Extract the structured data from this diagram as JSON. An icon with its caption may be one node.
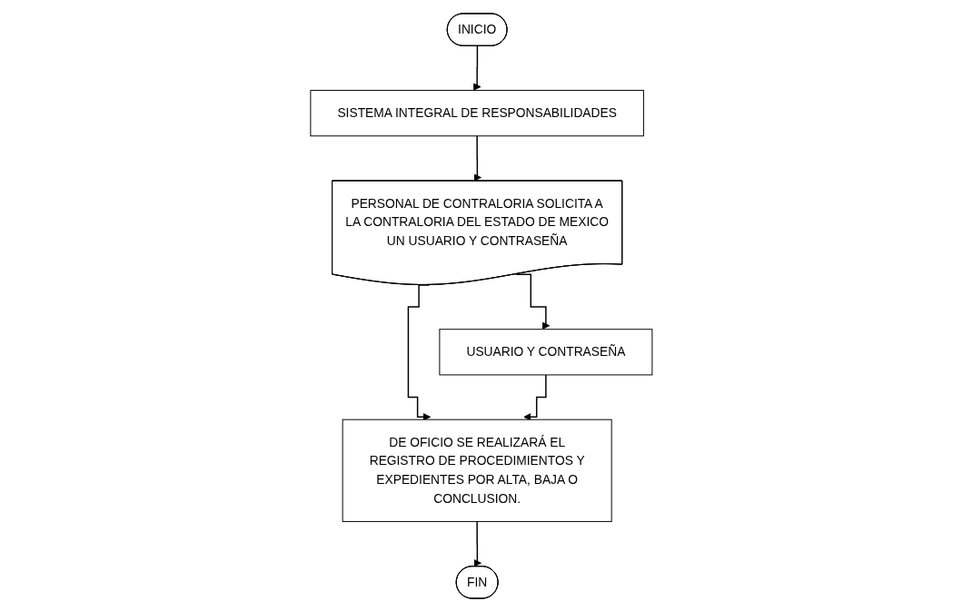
{
  "diagram": {
    "nodes": [
      {
        "text": [
          "INICIO"
        ]
      },
      {
        "text": [
          "SISTEMA INTEGRAL DE RESPONSABILIDADES"
        ]
      },
      {
        "text": [
          "PERSONAL DE CONTRALORIA SOLICITA A LA CONTRALORIA DEL ESTADO DE MEXICO UN USUARIO Y CONTRASEÑA"
        ]
      },
      {
        "text": [
          "USUARIO Y CONTRASEÑA"
        ]
      },
      {
        "text": [
          "DE OFICIO SE REALIZARÁ EL REGISTRO DE PROCEDIMIENTOS Y EXPEDIENTES POR ALTA, BAJA O CONCLUSION."
        ]
      },
      {
        "text": [
          "FIN"
        ]
      }
    ],
    "edges": [
      {
        "from": 0,
        "to": 1,
        "arrow": "to"
      },
      {
        "from": 1,
        "to": 2,
        "arrow": "to"
      },
      {
        "from": 2,
        "to": 3,
        "arrow": "to"
      },
      {
        "from": 2,
        "to": 4,
        "arrow": "to"
      },
      {
        "from": 3,
        "to": 4,
        "arrow": "to"
      },
      {
        "from": 4,
        "to": 5,
        "arrow": "to"
      }
    ]
  }
}
